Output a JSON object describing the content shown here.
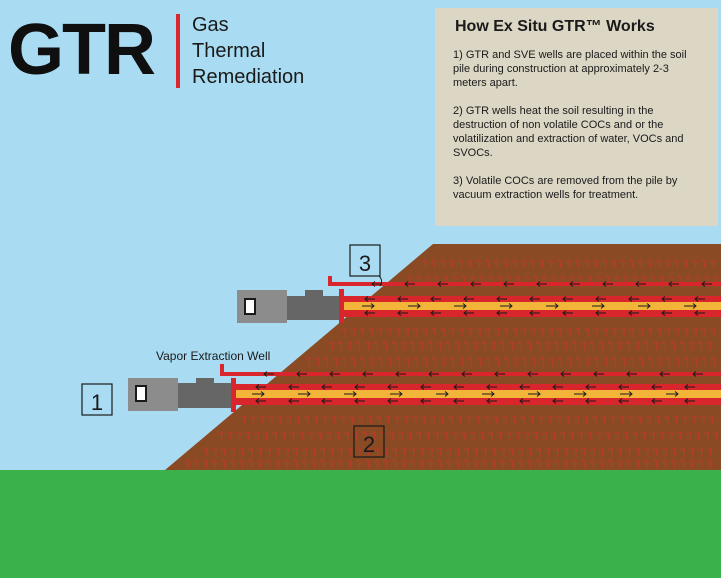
{
  "logo": {
    "mark": "GTR",
    "words": [
      "Gas",
      "Thermal",
      "Remediation"
    ],
    "accent_color": "#d9262c"
  },
  "info": {
    "title": "How Ex Situ GTR™ Works",
    "paragraphs": [
      "1) GTR and SVE wells are placed within the soil pile during construction at approximately 2-3 meters apart.",
      "2) GTR wells heat the soil resulting in the destruction of non volatile COCs and or the volatilization and extraction of water, VOCs and SVOCs.",
      "3) Volatile COCs are removed from the pile by vacuum extraction wells for treatment."
    ]
  },
  "labels": {
    "vapor_extraction_well": "Vapor Extraction Well",
    "callout_1": "1",
    "callout_2": "2",
    "callout_3": "3"
  },
  "colors": {
    "sky": "#a9dcf2",
    "ground": "#3ab14a",
    "soil": "#8a4b24",
    "pipe": "#d9262c",
    "pipe_core": "#f2b53a",
    "burner": "#8c8c8c"
  }
}
